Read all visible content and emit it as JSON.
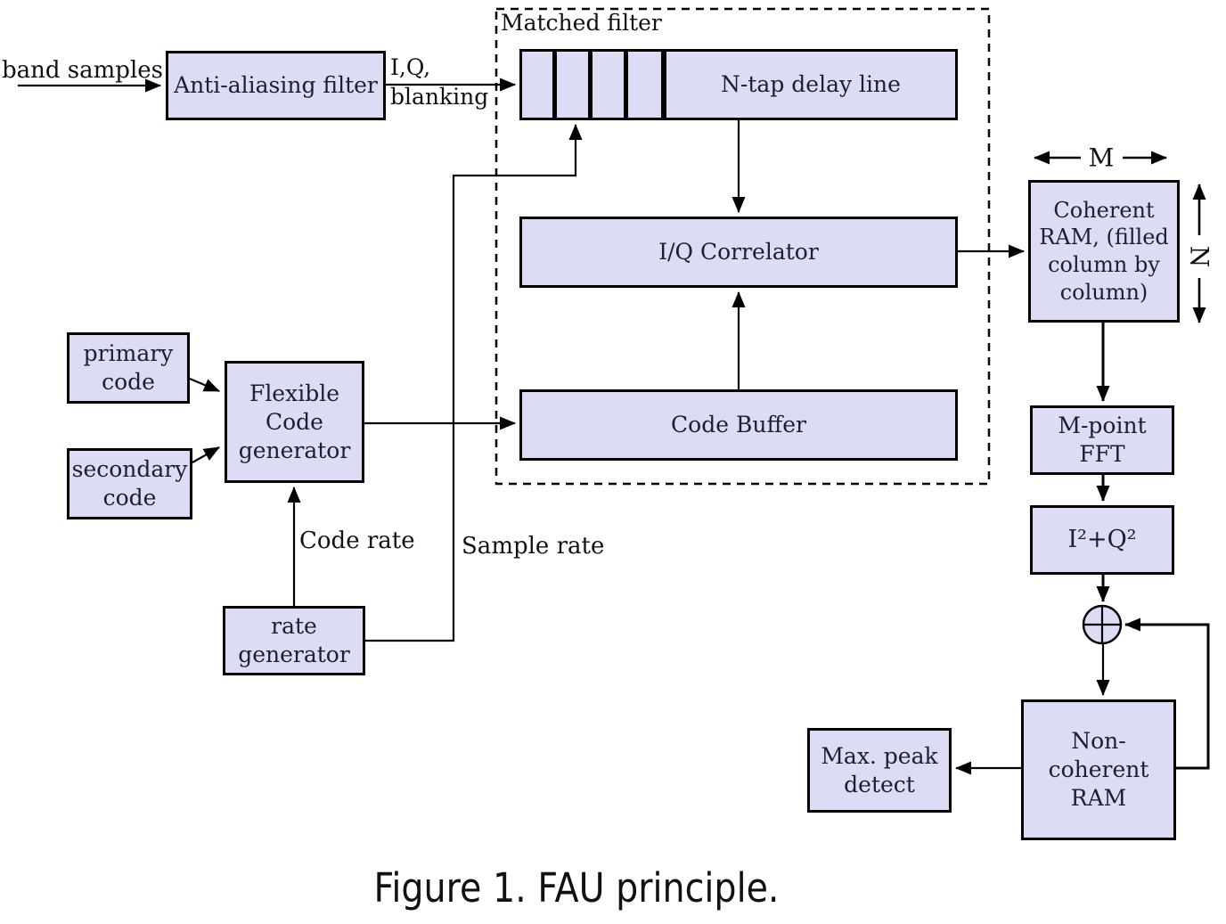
{
  "figure_caption": "Figure 1. FAU principle.",
  "colors": {
    "block_fill": "#dcdcf5",
    "line": "#000000",
    "text": "#1d1d33"
  },
  "labels": {
    "input_signal": "band samples",
    "iq_blanking": "I,Q,\nblanking",
    "matched_filter": "Matched filter",
    "code_rate": "Code rate",
    "sample_rate": "Sample rate",
    "dim_m": "M",
    "dim_n": "N"
  },
  "blocks": {
    "anti_aliasing": "Anti-aliasing filter",
    "n_tap_delay": "N-tap delay line",
    "iq_correlator": "I/Q Correlator",
    "code_buffer": "Code Buffer",
    "coherent_ram": "Coherent\nRAM, (filled\ncolumn by\ncolumn)",
    "m_point_fft": "M-point\nFFT",
    "i2q2": "I²+Q²",
    "non_coherent_ram": "Non-coherent\nRAM",
    "max_peak_detect": "Max. peak\ndetect",
    "primary_code": "primary\ncode",
    "secondary_code": "secondary\ncode",
    "flexible_code_generator": "Flexible\nCode\ngenerator",
    "rate_generator": "rate\ngenerator"
  }
}
